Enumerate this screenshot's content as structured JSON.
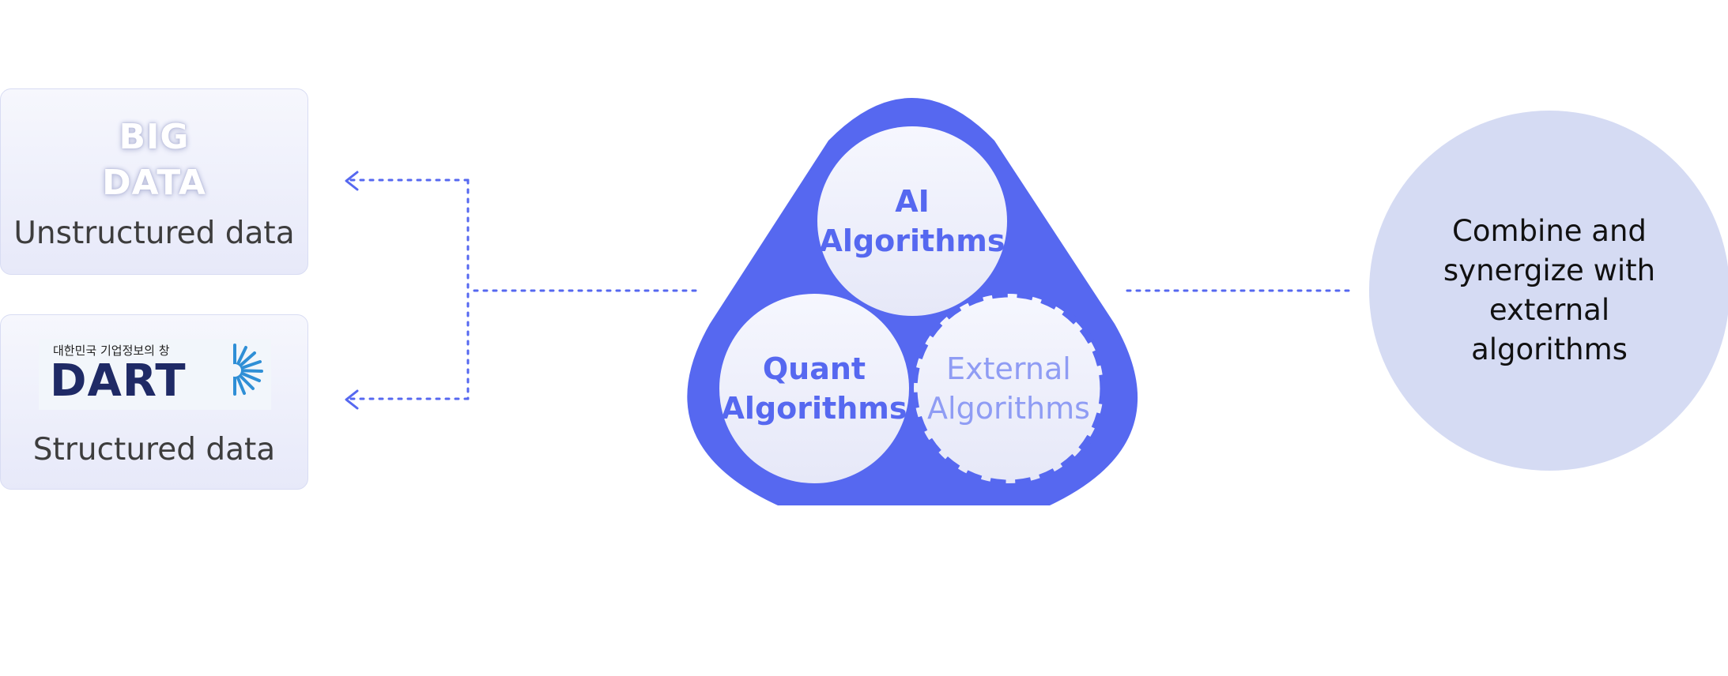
{
  "sources": {
    "unstructured": {
      "logo_text_line1": "BIG",
      "logo_text_line2": "DATA",
      "label": "Unstructured data"
    },
    "structured": {
      "logo_subtitle": "대한민국 기업정보의 창",
      "logo_text": "DART",
      "label": "Structured data"
    }
  },
  "algorithms": {
    "ai": {
      "line1": "AI",
      "line2": "Algorithms"
    },
    "quant": {
      "line1": "Quant",
      "line2": "Algorithms"
    },
    "external": {
      "line1": "External",
      "line2": "Algorithms"
    }
  },
  "outcome": {
    "line1": "Combine and",
    "line2": "synergize with",
    "line3": "external",
    "line4": "algorithms"
  },
  "colors": {
    "accent": "#5668f0",
    "external_text": "#8f9cf4",
    "circle_fill": "#eef0fb",
    "outcome_fill": "#d5dbf3",
    "card_border": "#d8dcf3",
    "dotted_line": "#5668f0"
  },
  "icons": {
    "arrow": "chevron-left-icon",
    "dart_mark": "sunburst-icon"
  }
}
